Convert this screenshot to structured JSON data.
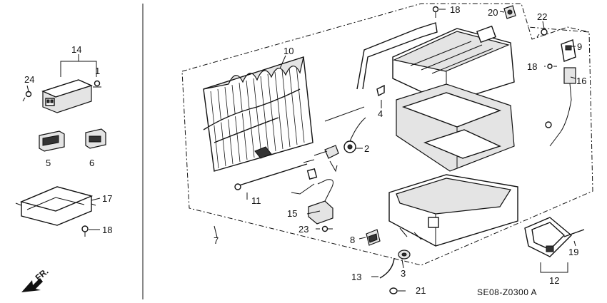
{
  "callouts": {
    "c1": "1",
    "c2": "2",
    "c3": "3",
    "c4": "4",
    "c5": "5",
    "c6": "6",
    "c7": "7",
    "c8": "8",
    "c9": "9",
    "c10": "10",
    "c11": "11",
    "c12": "12",
    "c13": "13",
    "c14": "14",
    "c15": "15",
    "c16": "16",
    "c17": "17",
    "c18a": "18",
    "c18b": "18",
    "c18c": "18",
    "c19": "19",
    "c20": "20",
    "c21": "21",
    "c22": "22",
    "c23": "23",
    "c24": "24"
  },
  "diagram_code": "SE08-Z0300 A",
  "direction_label": "FR."
}
